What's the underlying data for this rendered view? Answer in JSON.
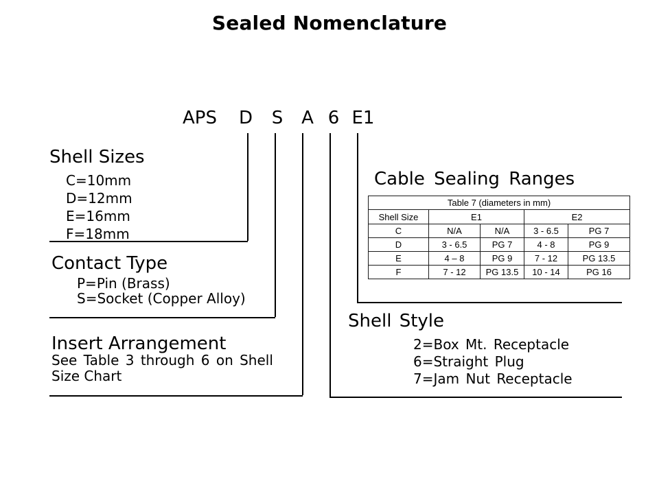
{
  "title": "Sealed Nomenclature",
  "code": {
    "prefix": "APS",
    "segments": [
      "D",
      "S",
      "A",
      "6",
      "E1"
    ]
  },
  "sections": {
    "shell_sizes": {
      "heading": "Shell Sizes",
      "items": [
        "C=10mm",
        "D=12mm",
        "E=16mm",
        "F=18mm"
      ]
    },
    "contact_type": {
      "heading": "Contact Type",
      "items": [
        "P=Pin (Brass)",
        "S=Socket (Copper Alloy)"
      ]
    },
    "insert_arrangement": {
      "heading": "Insert Arrangement",
      "note_line1": "See Table 3 through 6 on Shell",
      "note_line2": "Size Chart"
    },
    "cable_sealing": {
      "heading": "Cable Sealing Ranges"
    },
    "shell_style": {
      "heading": "Shell Style",
      "items": [
        "2=Box Mt. Receptacle",
        "6=Straight Plug",
        "7=Jam Nut Receptacle"
      ]
    }
  },
  "table": {
    "title": "Table 7 (diameters in mm)",
    "col_headers": {
      "shell_size": "Shell Size",
      "e1": "E1",
      "e2": "E2"
    },
    "rows": [
      [
        "C",
        "N/A",
        "N/A",
        "3 - 6.5",
        "PG 7"
      ],
      [
        "D",
        "3 - 6.5",
        "PG 7",
        "4 - 8",
        "PG 9"
      ],
      [
        "E",
        "4 – 8",
        "PG 9",
        "7 - 12",
        "PG 13.5"
      ],
      [
        "F",
        "7 - 12",
        "PG 13.5",
        "10 - 14",
        "PG 16"
      ]
    ]
  },
  "colors": {
    "background": "#ffffff",
    "text": "#000000",
    "line": "#000000",
    "table_border": "#1a1a1a"
  }
}
